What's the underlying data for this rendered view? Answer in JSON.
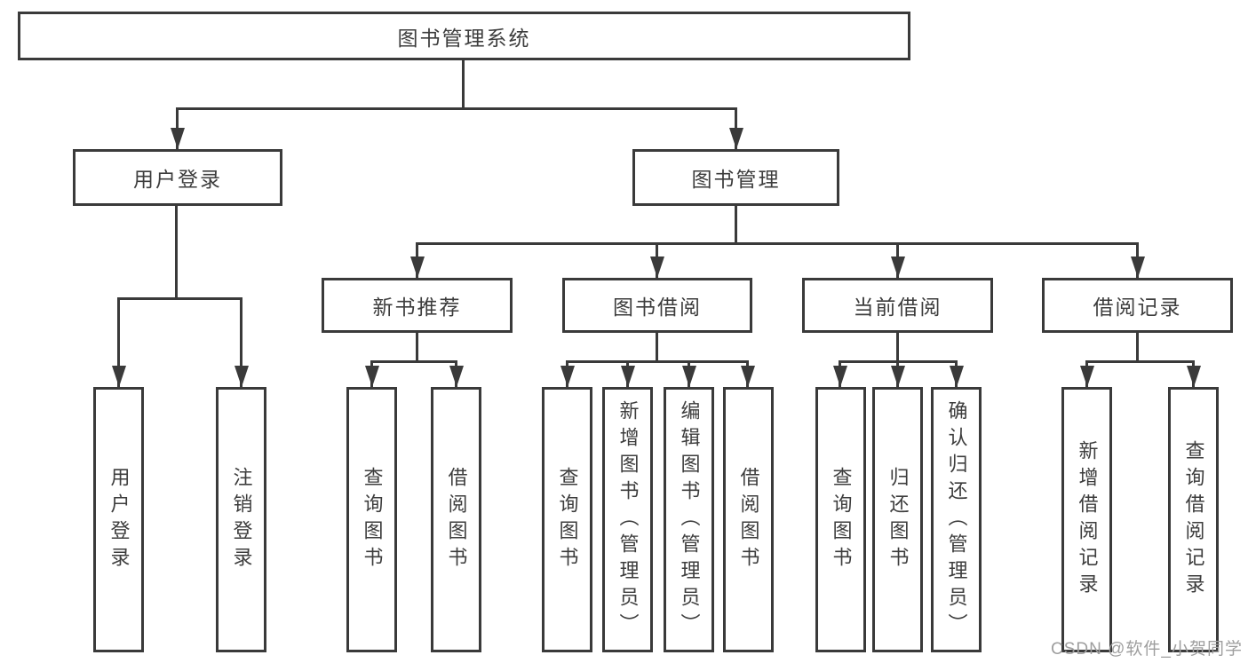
{
  "diagram": {
    "title": "图书管理系统",
    "level2": [
      "用户登录",
      "图书管理"
    ],
    "level3": [
      "新书推荐",
      "图书借阅",
      "当前借阅",
      "借阅记录"
    ],
    "leaves": [
      "用户登录",
      "注销登录",
      "查询图书",
      "借阅图书",
      "查询图书",
      "新增图书（管理员）",
      "编辑图书（管理员）",
      "借阅图书",
      "查询图书",
      "归还图书",
      "确认归还（管理员）",
      "新增借阅记录",
      "查询借阅记录"
    ],
    "hierarchy": {
      "图书管理系统": {
        "用户登录": [
          "用户登录",
          "注销登录"
        ],
        "图书管理": {
          "新书推荐": [
            "查询图书",
            "借阅图书"
          ],
          "图书借阅": [
            "查询图书",
            "新增图书（管理员）",
            "编辑图书（管理员）",
            "借阅图书"
          ],
          "当前借阅": [
            "查询图书",
            "归还图书",
            "确认归还（管理员）"
          ],
          "借阅记录": [
            "新增借阅记录",
            "查询借阅记录"
          ]
        }
      }
    },
    "colors": {
      "line": "#3a3a3a",
      "box_border": "#3a3a3a",
      "box_background": "#ffffff",
      "text": "#3d3d3d",
      "watermark": "#9e9e9e"
    }
  },
  "watermark": {
    "text": "CSDN @软件_小贺同学"
  }
}
